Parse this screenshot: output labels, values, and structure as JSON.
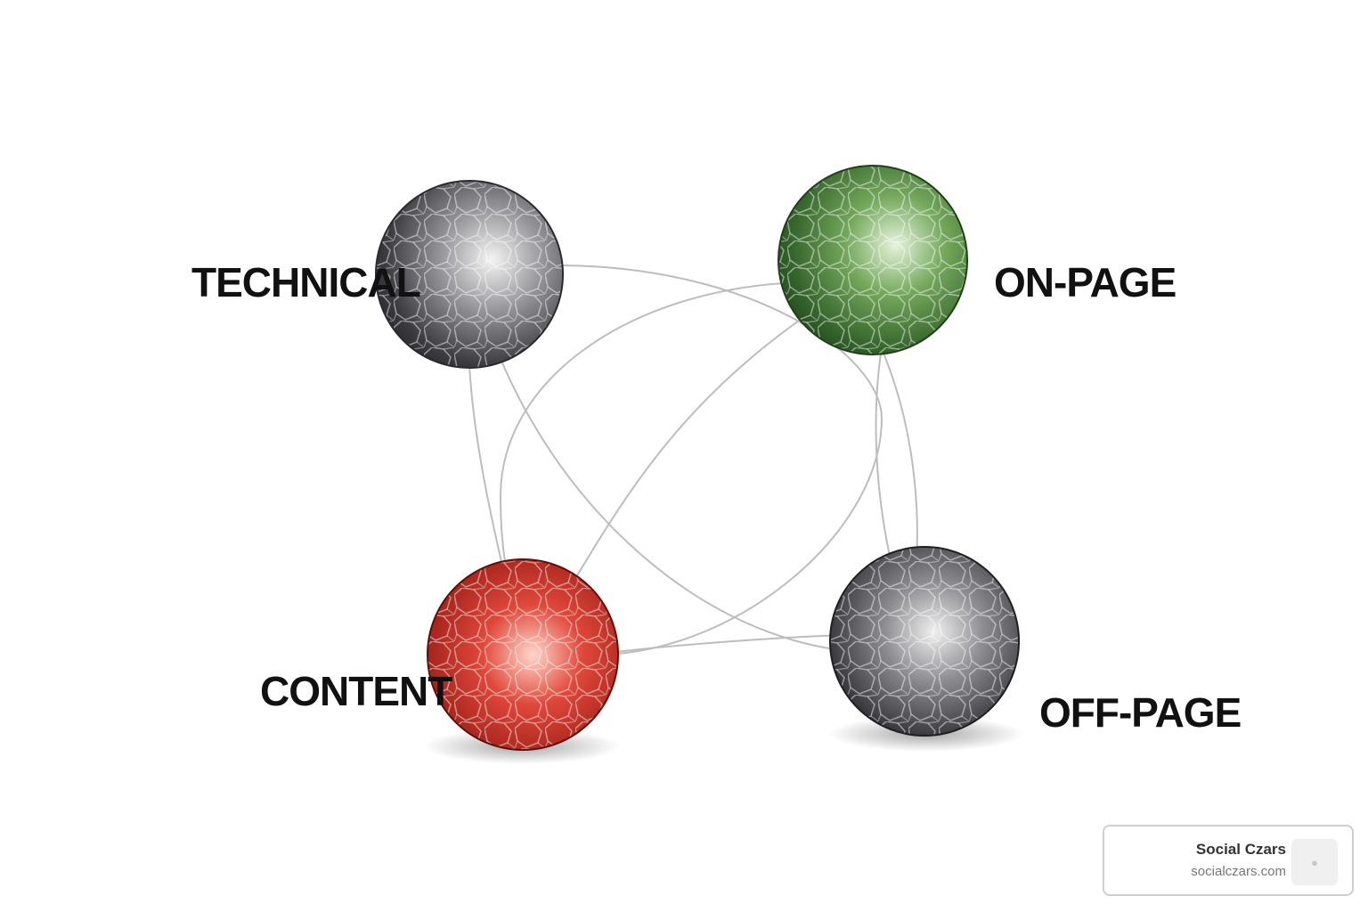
{
  "nodes": [
    {
      "id": "technical",
      "label": "TECHNICAL",
      "color": "#6e6e72"
    },
    {
      "id": "on-page",
      "label": "ON-PAGE",
      "color": "#5f8f4e"
    },
    {
      "id": "content",
      "label": "CONTENT",
      "color": "#c8372d"
    },
    {
      "id": "off-page",
      "label": "OFF-PAGE",
      "color": "#6a6a6e"
    }
  ],
  "connector_color": "#bdbdbd",
  "badge": {
    "name": "Social Czars",
    "url": "socialczars.com",
    "logo_icon": "logo-icon"
  }
}
